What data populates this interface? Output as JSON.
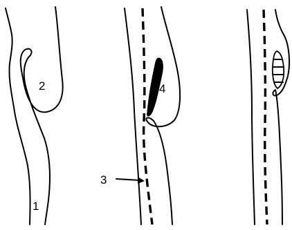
{
  "labels": {
    "l1": "1",
    "l2": "2",
    "l3": "3",
    "l4": "4"
  },
  "colors": {
    "line": "#000000",
    "background": "#ffffff",
    "sheath_fill": "#000000",
    "device_fill": "#ffffff"
  }
}
